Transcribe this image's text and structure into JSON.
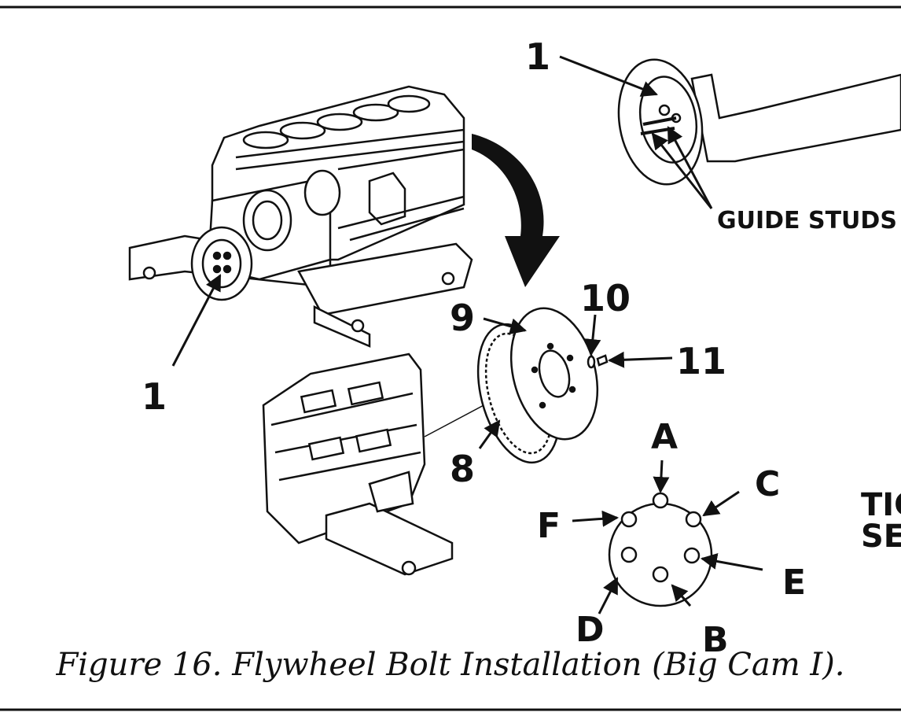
{
  "caption": "Figure 16.  Flywheel Bolt Installation (Big Cam I).",
  "callouts": {
    "item_1_top": "1",
    "item_1_left": "1",
    "item_8": "8",
    "item_9": "9",
    "item_10": "10",
    "item_11": "11"
  },
  "guide_studs_label": "GUIDE STUDS",
  "bolt_sequence": [
    "A",
    "B",
    "C",
    "D",
    "E",
    "F"
  ],
  "side_text_lines": [
    "TIG",
    "SEC"
  ]
}
